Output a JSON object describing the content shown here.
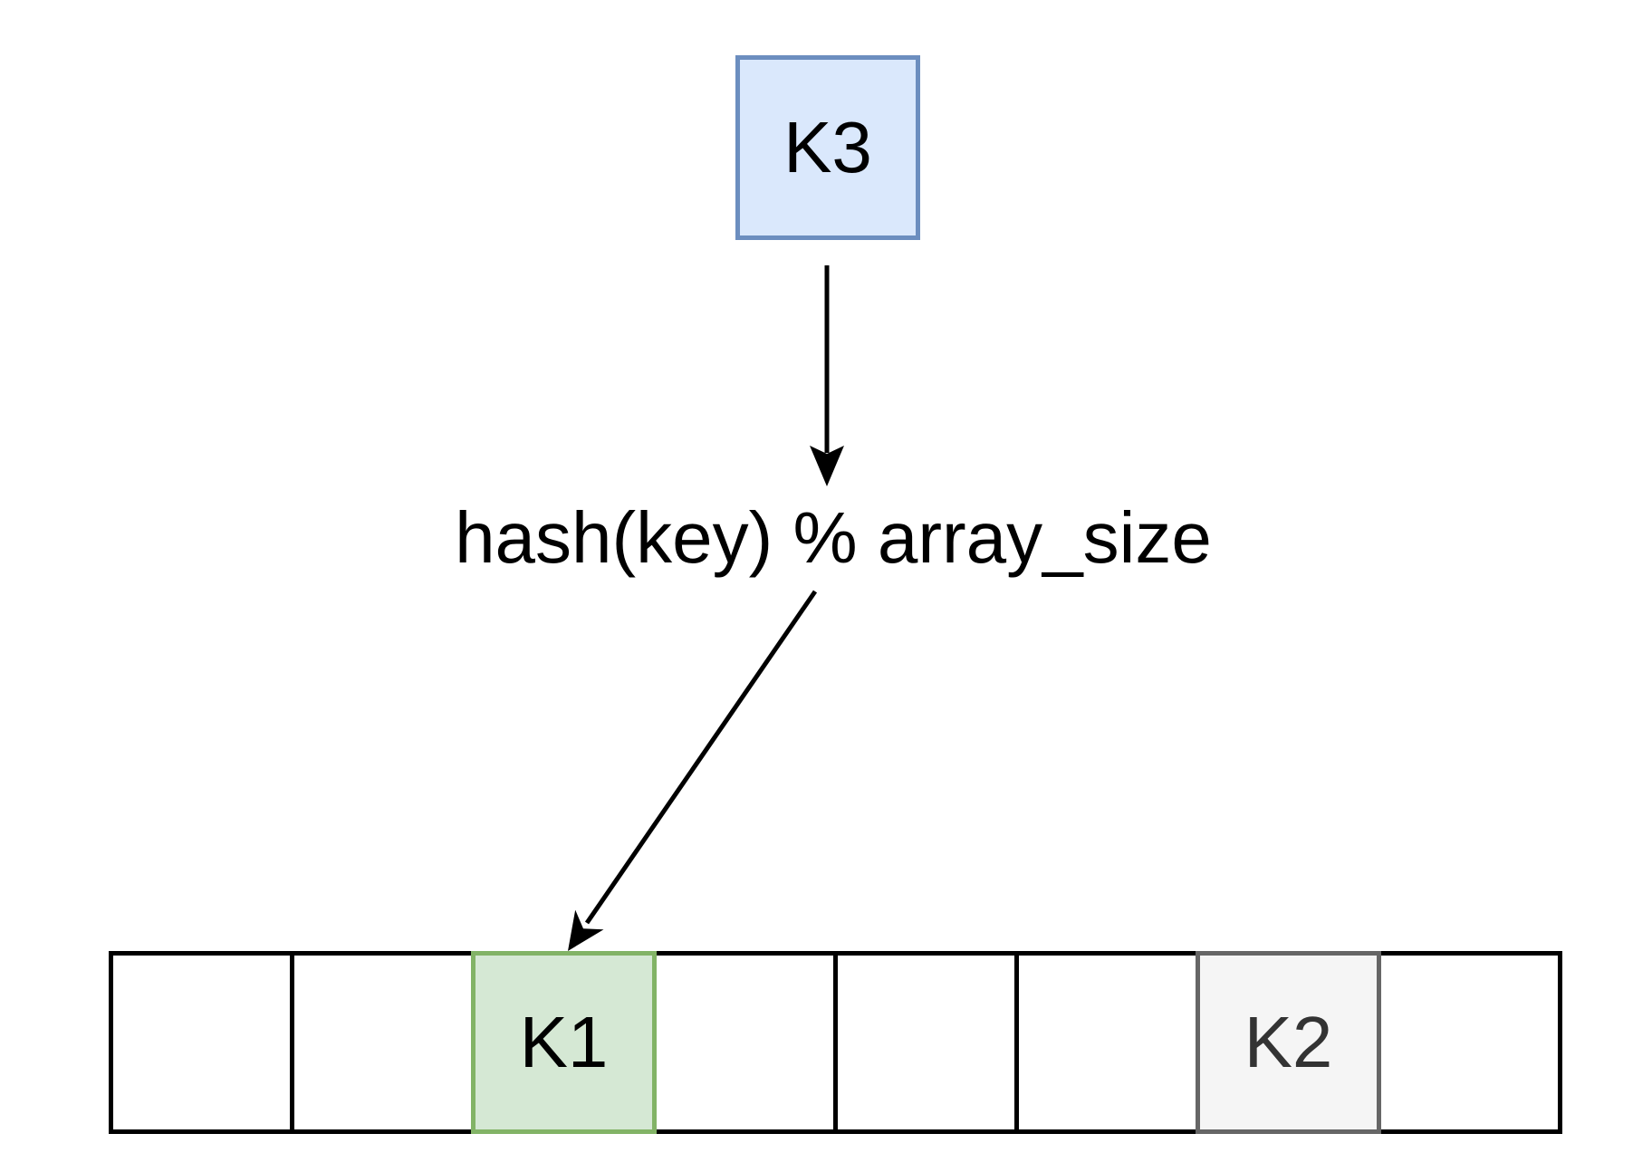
{
  "key_box": {
    "label": "K3"
  },
  "hash_function_label": "hash(key) % array_size",
  "hash_array": {
    "cells": [
      {
        "label": "",
        "variant": ""
      },
      {
        "label": "",
        "variant": ""
      },
      {
        "label": "K1",
        "variant": "green"
      },
      {
        "label": "",
        "variant": ""
      },
      {
        "label": "",
        "variant": ""
      },
      {
        "label": "",
        "variant": ""
      },
      {
        "label": "K2",
        "variant": "gray"
      },
      {
        "label": "",
        "variant": ""
      }
    ]
  },
  "colors": {
    "key_box_fill": "#dae8fc",
    "key_box_stroke": "#6c8ebf",
    "slot_green_fill": "#d5e8d4",
    "slot_green_stroke": "#82b366",
    "slot_gray_fill": "#f5f5f5",
    "slot_gray_stroke": "#666666",
    "array_stroke": "#000000",
    "arrow": "#000000"
  }
}
